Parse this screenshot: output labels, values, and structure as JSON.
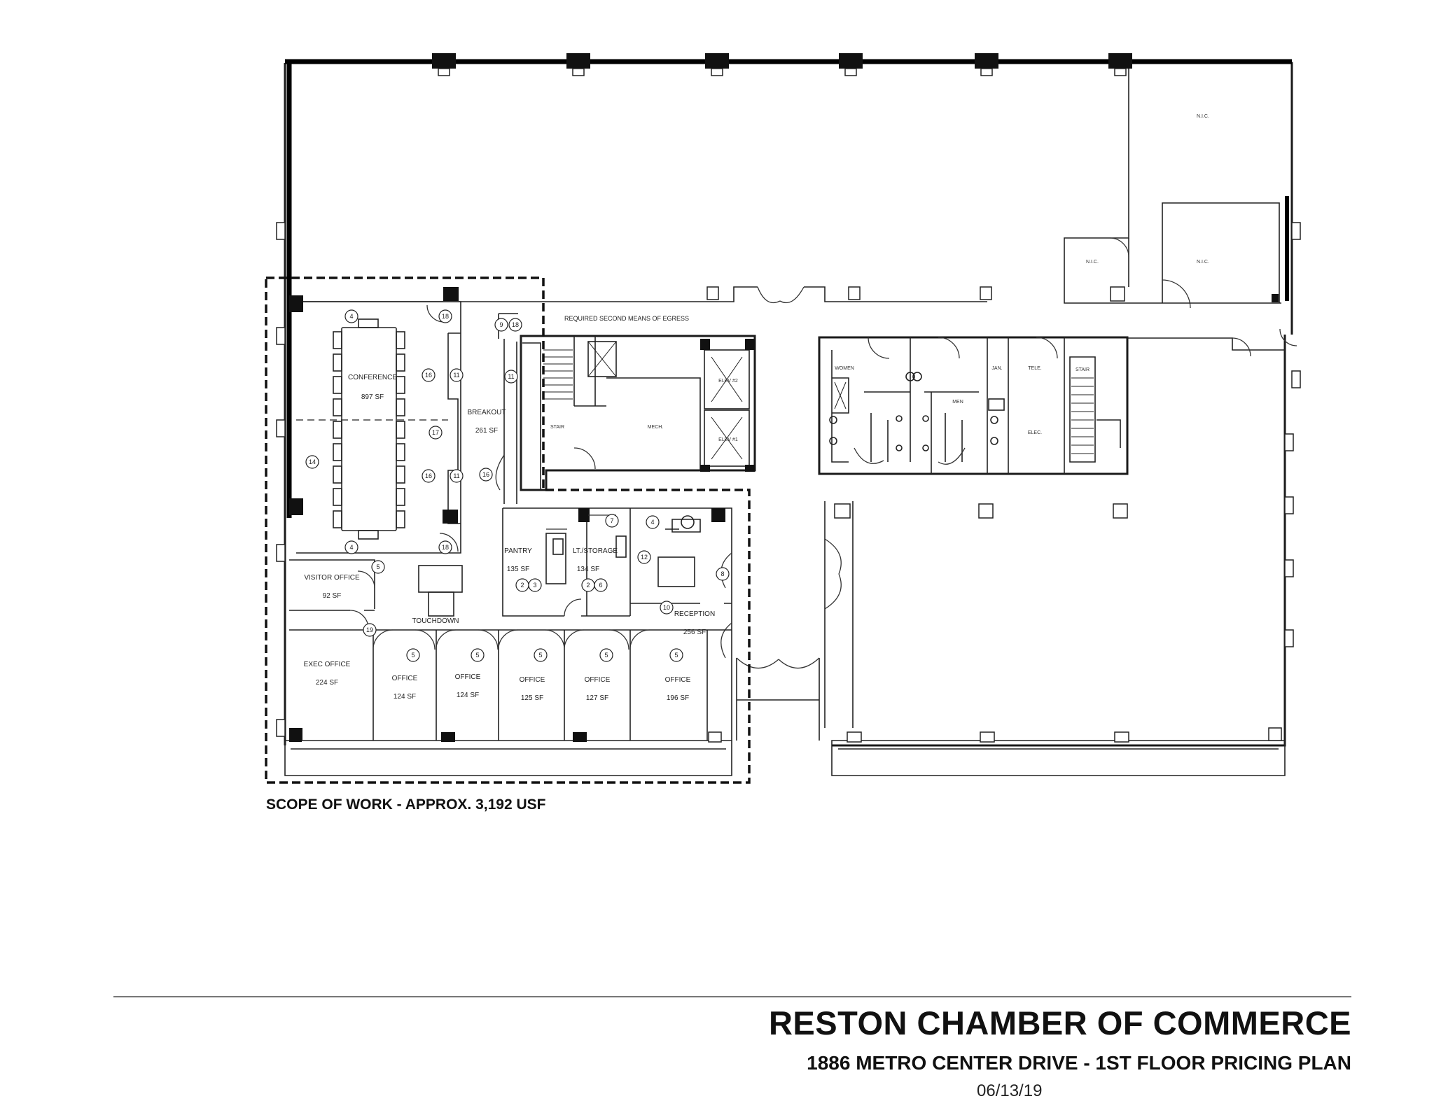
{
  "rooms": {
    "conference": {
      "name": "CONFERENCE",
      "area": "897 SF"
    },
    "breakout": {
      "name": "BREAKOUT",
      "area": "261 SF"
    },
    "pantry": {
      "name": "PANTRY",
      "area": "135 SF"
    },
    "storage": {
      "name": "LT./STORAGE",
      "area": "134 SF"
    },
    "reception": {
      "name": "RECEPTION",
      "area": "256 SF"
    },
    "visitor_office": {
      "name": "VISITOR OFFICE",
      "area": "92 SF"
    },
    "touchdown": {
      "name": "TOUCHDOWN"
    },
    "exec_office": {
      "name": "EXEC OFFICE",
      "area": "224 SF"
    },
    "offices": [
      {
        "name": "OFFICE",
        "area": "124 SF"
      },
      {
        "name": "OFFICE",
        "area": "124 SF"
      },
      {
        "name": "OFFICE",
        "area": "125 SF"
      },
      {
        "name": "OFFICE",
        "area": "127 SF"
      },
      {
        "name": "OFFICE",
        "area": "196 SF"
      }
    ],
    "nic": [
      "N.I.C.",
      "N.I.C.",
      "N.I.C."
    ],
    "core": {
      "mech": "MECH.",
      "stair_left": "STAIR",
      "stair_right": "STAIR",
      "elev2": "ELEV #2",
      "elev1": "ELEV #1",
      "women": "WOMEN",
      "men": "MEN",
      "jan": "JAN.",
      "tele": "TELE.",
      "elec": "ELEC."
    }
  },
  "egress_note": "REQUIRED SECOND MEANS OF EGRESS",
  "keynotes": {
    "k4a": "4",
    "k18a": "18",
    "k9": "9",
    "k18b": "18",
    "k16a": "16",
    "k11a": "11",
    "k11b": "11",
    "k17": "17",
    "k14": "14",
    "k16b": "16",
    "k11c": "11",
    "k16c": "16",
    "k4b": "4",
    "k18c": "18",
    "k7": "7",
    "k4c": "4",
    "k12": "12",
    "k8": "8",
    "k10": "10",
    "k2a": "2",
    "k3": "3",
    "k2b": "2",
    "k6": "6",
    "k5a": "5",
    "k19": "19",
    "k5b": "5",
    "k5c": "5",
    "k5d": "5",
    "k5e": "5",
    "k5f": "5"
  },
  "scope_of_work": "SCOPE OF WORK - APPROX. 3,192 USF",
  "title_block": {
    "title": "RESTON CHAMBER OF COMMERCE",
    "subtitle": "1886 METRO CENTER DRIVE - 1ST FLOOR PRICING PLAN",
    "date": "06/13/19"
  }
}
